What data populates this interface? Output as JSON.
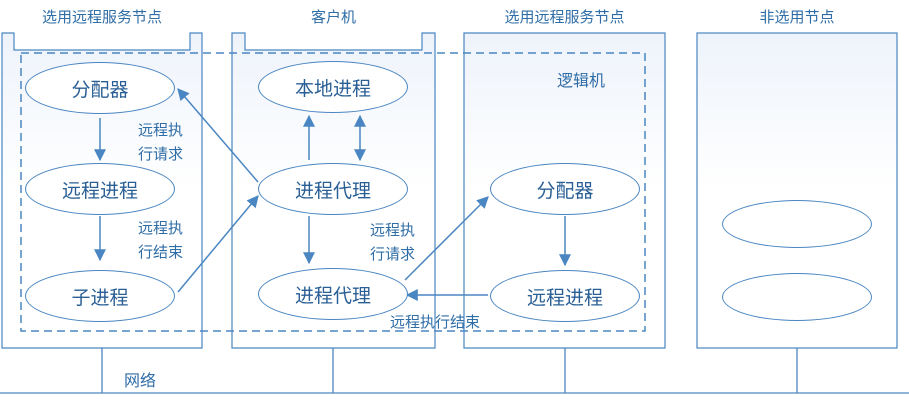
{
  "nodes": {
    "left": "选用远程服务节点",
    "client": "客户机",
    "right": "选用远程服务节点",
    "far": "非选用节点"
  },
  "logic_label": "逻辑机",
  "network_label": "网络",
  "ellipses": {
    "dispatcher_left": "分配器",
    "remote_process_left": "远程进程",
    "child_process": "子进程",
    "local_process": "本地进程",
    "proxy_top": "进程代理",
    "proxy_bottom": "进程代理",
    "dispatcher_right": "分配器",
    "remote_process_right": "远程进程",
    "empty_1": "",
    "empty_2": ""
  },
  "edge_labels": {
    "req_left_1": "远程执",
    "req_left_2": "行请求",
    "end_left_1": "远程执",
    "end_left_2": "行结束",
    "req_mid_1": "远程执",
    "req_mid_2": "行请求",
    "end_bottom": "远程执行结束"
  },
  "colors": {
    "line": "#4a86c1",
    "text": "#2f6da6",
    "fill": "#eef3fa"
  }
}
